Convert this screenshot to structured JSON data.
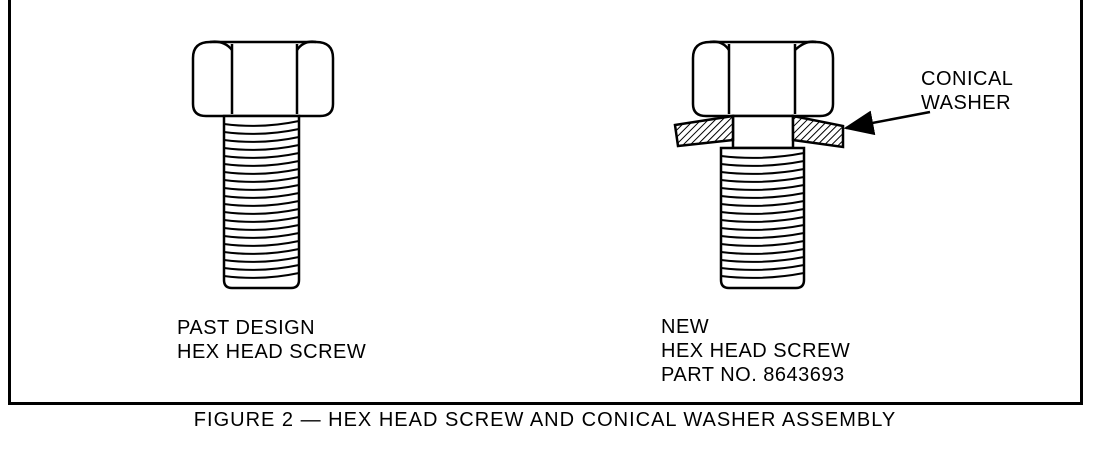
{
  "left_screw": {
    "label_line1": "PAST DESIGN",
    "label_line2": "HEX HEAD SCREW"
  },
  "right_screw": {
    "label_line1": "NEW",
    "label_line2": "HEX HEAD SCREW",
    "label_line3": "PART NO. 8643693"
  },
  "callout": {
    "line1": "CONICAL",
    "line2": "WASHER"
  },
  "caption": "FIGURE 2 — HEX HEAD SCREW AND CONICAL WASHER ASSEMBLY"
}
